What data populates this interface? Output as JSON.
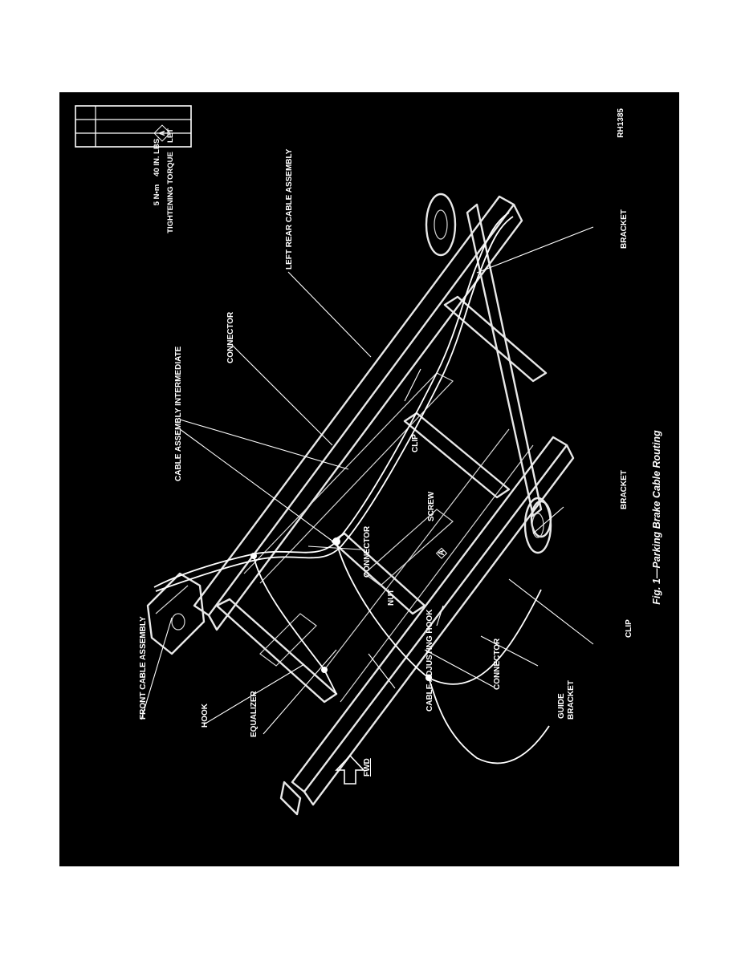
{
  "figure_id": "RH1385",
  "caption": "Fig. 1—Parking Brake Cable Routing",
  "torque_table": {
    "col1_header": "LET",
    "col2_header": "TIGHTENING TORQUE",
    "row_symbol": "A",
    "row_in_lbs": "40 IN. LBS.",
    "row_nm": "5 N•m"
  },
  "fwd_label": "FWD",
  "labels": {
    "front_cable_assembly": "FRONT CABLE ASSEMBLY",
    "hook": "HOOK",
    "equalizer": "EQUALIZER",
    "cable_adjusting_hook": "CABLE ADJUSTING HOOK",
    "connector_bottom": "CONNECTOR",
    "guide_bracket_1": "GUIDE",
    "guide_bracket_2": "BRACKET",
    "clip_bottom": "CLIP",
    "bracket_lower": "BRACKET",
    "bracket_right": "BRACKET",
    "nut": "NUT",
    "screw": "SCREW",
    "screw_symbol": "A",
    "connector_middle": "CONNECTOR",
    "clip_middle": "CLIP",
    "cable_assembly_intermediate": "CABLE ASSEMBLY INTERMEDIATE",
    "connector_top": "CONNECTOR",
    "left_rear_cable_assembly": "LEFT REAR CABLE ASSEMBLY"
  }
}
